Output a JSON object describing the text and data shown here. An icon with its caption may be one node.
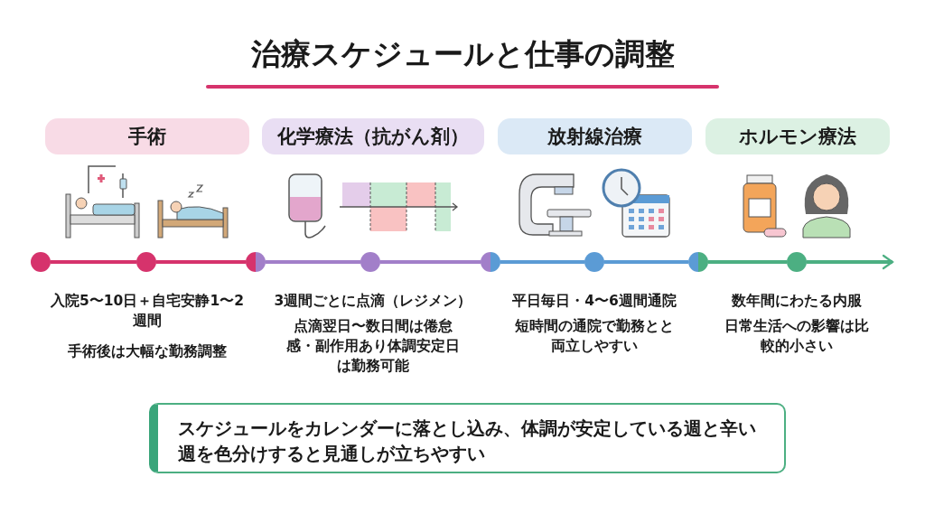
{
  "diagram": {
    "title": "治療スケジュールと仕事の調整",
    "nodes": [
      {
        "text": [
          "手術"
        ]
      },
      {
        "text": [
          "化学療法（抗がん剤）"
        ]
      },
      {
        "text": [
          "放射線治療"
        ]
      },
      {
        "text": [
          "ホルモン療法"
        ]
      },
      {
        "text": [],
        "shape": "circle"
      },
      {
        "text": [],
        "shape": "circle"
      },
      {
        "text": [],
        "shape": "circle"
      },
      {
        "text": [],
        "shape": "circle"
      },
      {
        "text": [],
        "shape": "circle"
      },
      {
        "text": [],
        "shape": "circle"
      },
      {
        "text": [],
        "shape": "circle"
      },
      {
        "text": [],
        "shape": "circle"
      },
      {
        "text": [
          "スケジュールをカレンダーに落とし込み、体調が安定している週と辛い週を色分けすると見通しが立ちやすい"
        ]
      }
    ],
    "edges": [
      {
        "from": 4,
        "to": 5,
        "arrow": "none",
        "color": "#d6336c"
      },
      {
        "from": 5,
        "to": 6,
        "arrow": "none",
        "color": "#d6336c"
      },
      {
        "from": 6,
        "to": 7,
        "arrow": "none",
        "color": "#a27fc9"
      },
      {
        "from": 7,
        "to": 8,
        "arrow": "none",
        "color": "#a27fc9"
      },
      {
        "from": 8,
        "to": 9,
        "arrow": "none",
        "color": "#5b9bd5"
      },
      {
        "from": 9,
        "to": 10,
        "arrow": "none",
        "color": "#5b9bd5"
      },
      {
        "from": 10,
        "to": 11,
        "arrow": "none",
        "color": "#4caf82"
      },
      {
        "from": 11,
        "to": null,
        "arrow": "to",
        "color": "#4caf82"
      }
    ],
    "labels": [
      "入院5〜10日＋自宅安静1〜2週間",
      "手術後は大幅な勤務調整",
      "3週間ごとに点滴（レジメン）",
      "点滴翌日〜数日間は倦怠感・副作用あり体調安定日は勤務可能",
      "平日毎日・4〜6週間通院",
      "短時間の通院で勤務とと両立しやすい",
      "数年間にわたる内服",
      "日常生活への影響は比較的小さい"
    ]
  }
}
